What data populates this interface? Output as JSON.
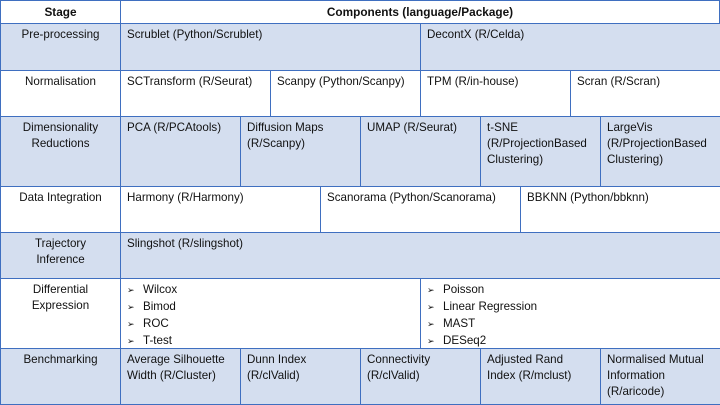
{
  "header": {
    "stage": "Stage",
    "components": "Components (language/Package)"
  },
  "bullet_glyph": "➢",
  "rows": [
    {
      "stage": [
        "Pre-processing"
      ],
      "shade": "blue",
      "components": [
        [
          "Scrublet (Python/Scrublet)"
        ],
        [
          "DecontX (R/Celda)"
        ]
      ]
    },
    {
      "stage": [
        "Normalisation"
      ],
      "shade": "white",
      "components": [
        [
          "SCTransform (R/Seurat)"
        ],
        [
          "Scanpy (Python/Scanpy)"
        ],
        [
          "TPM (R/in-house)"
        ],
        [
          "Scran (R/Scran)"
        ]
      ]
    },
    {
      "stage": [
        "Dimensionality",
        "Reductions"
      ],
      "shade": "blue",
      "components": [
        [
          "PCA (R/PCAtools)"
        ],
        [
          "Diffusion Maps",
          "(R/Scanpy)"
        ],
        [
          "UMAP (R/Seurat)"
        ],
        [
          "t-SNE",
          "(R/ProjectionBased",
          "Clustering)"
        ],
        [
          "LargeVis",
          "(R/ProjectionBased",
          "Clustering)"
        ]
      ]
    },
    {
      "stage": [
        "Data Integration"
      ],
      "shade": "white",
      "components": [
        [
          "Harmony (R/Harmony)"
        ],
        [
          "Scanorama (Python/Scanorama)"
        ],
        [
          "BBKNN (Python/bbknn)"
        ]
      ]
    },
    {
      "stage": [
        "Trajectory",
        "Inference"
      ],
      "shade": "blue",
      "components": [
        [
          "Slingshot (R/slingshot)"
        ]
      ]
    },
    {
      "stage": [
        "Differential",
        "Expression"
      ],
      "shade": "white",
      "components": [
        {
          "bullets": [
            "Wilcox",
            "Bimod",
            "ROC",
            "T-test"
          ]
        },
        {
          "bullets": [
            "Poisson",
            "Linear Regression",
            "MAST",
            "DESeq2"
          ]
        }
      ]
    },
    {
      "stage": [
        "Benchmarking"
      ],
      "shade": "blue",
      "components": [
        [
          "Average Silhouette",
          "Width (R/Cluster)"
        ],
        [
          "Dunn Index",
          "(R/clValid)"
        ],
        [
          "Connectivity",
          "(R/clValid)"
        ],
        [
          "Adjusted Rand",
          "Index (R/mclust)"
        ],
        [
          "Normalised Mutual",
          "Information",
          "(R/aricode)"
        ]
      ]
    }
  ]
}
